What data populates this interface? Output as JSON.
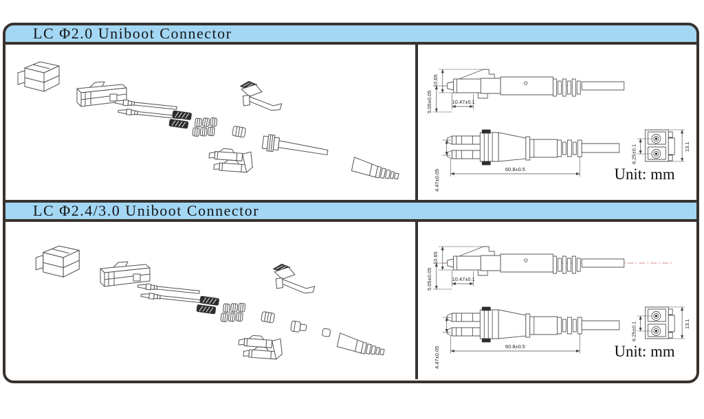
{
  "colors": {
    "title_bar_bg": "#a3d7f4",
    "frame_border": "#37322e",
    "drawing_line": "#4f4f4f",
    "centerline_red": "#c96a6a"
  },
  "sections": [
    {
      "title": "LC Φ2.0 Uniboot Connector",
      "unit_label": "Unit: mm",
      "dimensions": {
        "overall_height": "10.65",
        "body_height": "5.05±0.05",
        "front_length": "10.47±0.1",
        "duplex_width": "4.47±0.05",
        "overall_length": "60.8±0.5",
        "ferrule_pitch": "6.25±0.1",
        "face_height": "13.1"
      }
    },
    {
      "title": "LC Φ2.4/3.0 Uniboot Connector",
      "unit_label": "Unit: mm",
      "dimensions": {
        "overall_height": "10.65",
        "body_height": "5.05±0.05",
        "front_length": "10.47±0.1",
        "duplex_width": "4.47±0.05",
        "overall_length": "60.8±0.5",
        "ferrule_pitch": "6.25±0.1",
        "face_height": "13.1"
      }
    }
  ]
}
